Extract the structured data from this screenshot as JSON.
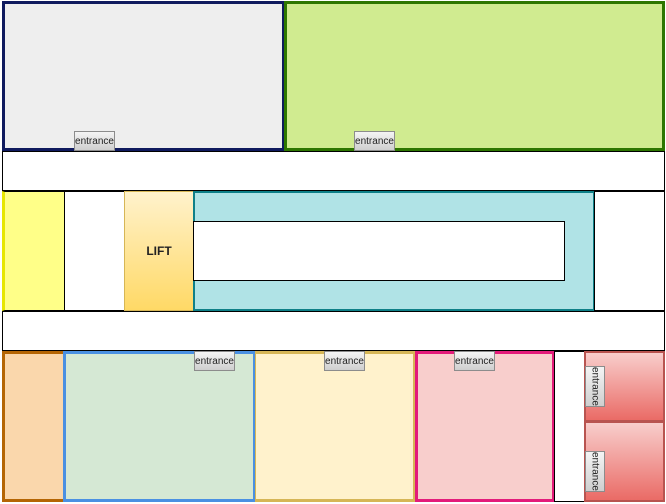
{
  "lift": {
    "label": "LIFT"
  },
  "entrances": {
    "top_left": "entrance",
    "top_right": "entrance",
    "bottom_green": "entrance",
    "bottom_cream": "entrance",
    "bottom_pink": "entrance",
    "right_upper": "entrance",
    "right_lower": "entrance"
  },
  "colors": {
    "room_gray": "#eeeeee",
    "room_lime": "#d0eb90",
    "room_yellow": "#ffff88",
    "lift_top": "#fff2cc",
    "lift_bottom": "#ffd966",
    "room_cyan": "#b0e3e6",
    "room_orange": "#fad7ac",
    "room_green": "#d5e8d4",
    "room_cream": "#fff2cc",
    "room_pink": "#f8cecc",
    "room_red_top": "#f8cecc",
    "room_red_bottom": "#ea6b66"
  }
}
